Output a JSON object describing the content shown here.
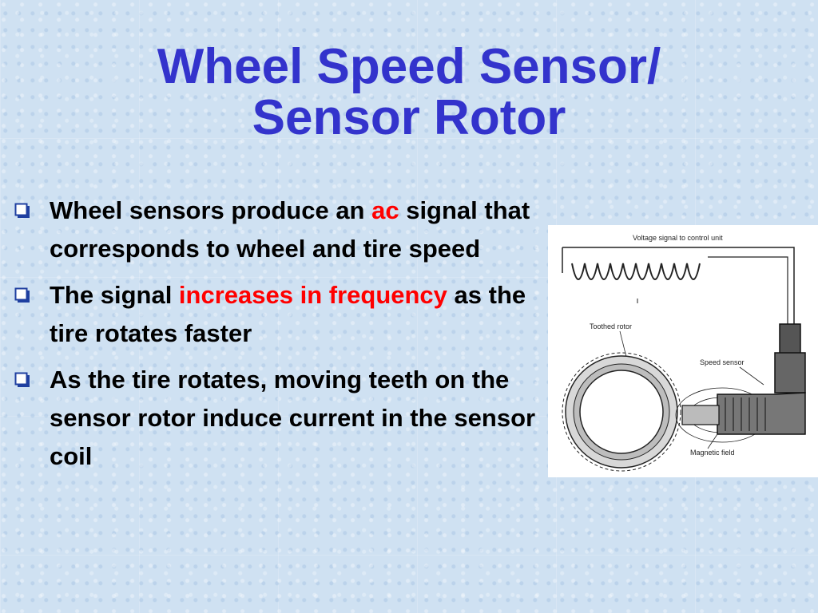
{
  "title": {
    "line1": "Wheel Speed Sensor/",
    "line2": "Sensor Rotor"
  },
  "bullets": [
    {
      "pre": "Wheel sensors produce an ",
      "highlight": "ac",
      "post": " signal that corresponds to wheel and tire speed"
    },
    {
      "pre": "The signal ",
      "highlight": "increases in frequency",
      "post": " as the tire rotates faster"
    },
    {
      "pre": "As the tire rotates, moving teeth on the sensor rotor induce current in the sensor coil",
      "highlight": "",
      "post": ""
    }
  ],
  "figure": {
    "label_voltage": "Voltage signal to control unit",
    "label_rotor": "Toothed rotor",
    "label_sensor": "Speed sensor",
    "label_field": "Magnetic field"
  },
  "colors": {
    "title": "#3333cc",
    "highlight": "#ff0000",
    "bullet_marker": "#1f3fa0"
  },
  "icons": {
    "bullet": "hollow-square-bullet-icon"
  }
}
